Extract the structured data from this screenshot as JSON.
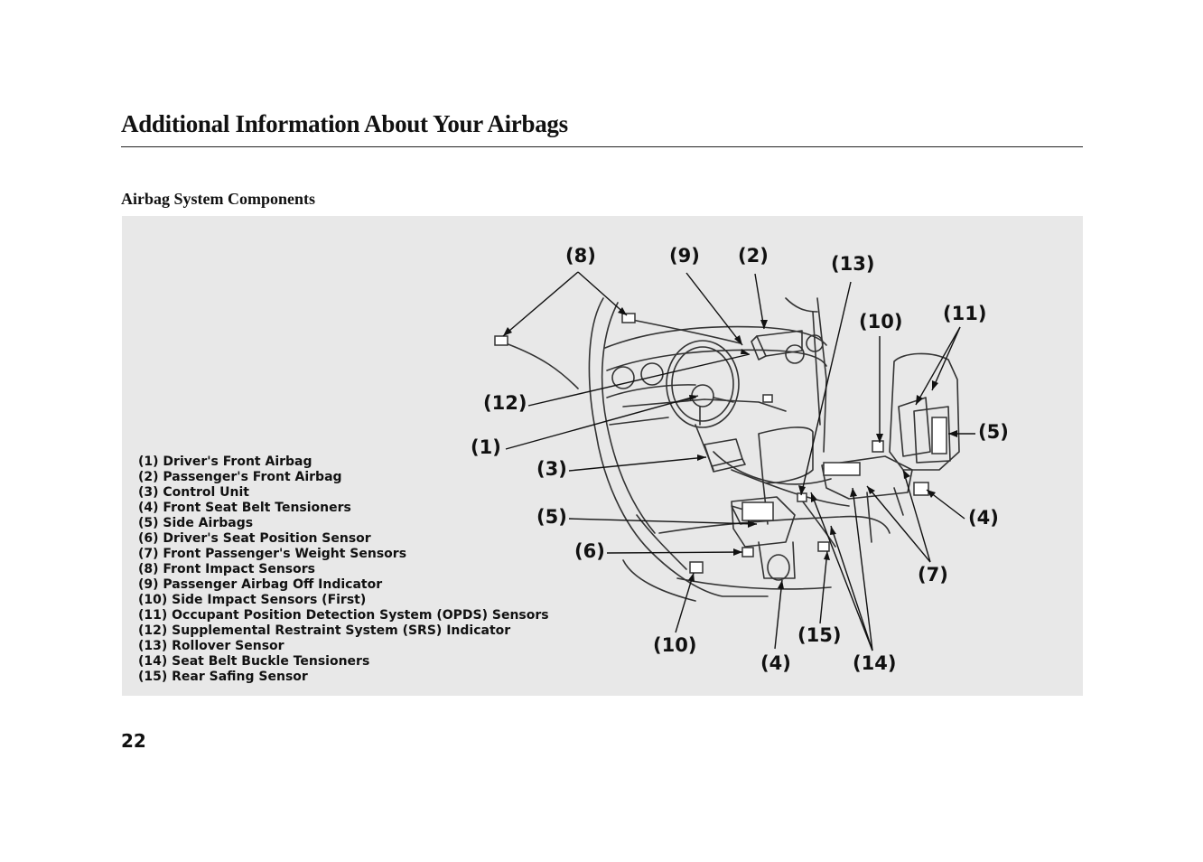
{
  "header": {
    "title": "Additional Information About Your Airbags"
  },
  "section": {
    "title": "Airbag System Components"
  },
  "legend": [
    "(1) Driver's Front Airbag",
    "(2) Passenger's Front Airbag",
    "(3) Control Unit",
    "(4) Front Seat Belt Tensioners",
    "(5) Side Airbags",
    "(6) Driver's Seat Position Sensor",
    "(7) Front Passenger's Weight Sensors",
    "(8) Front Impact Sensors",
    "(9) Passenger Airbag Off Indicator",
    "(10) Side Impact Sensors (First)",
    "(11) Occupant Position Detection System (OPDS) Sensors",
    "(12) Supplemental Restraint System (SRS) Indicator",
    "(13) Rollover Sensor",
    "(14) Seat Belt Buckle Tensioners",
    "(15) Rear Safing Sensor"
  ],
  "callouts": {
    "c8": "(8)",
    "c9": "(9)",
    "c2": "(2)",
    "c13": "(13)",
    "c10_top": "(10)",
    "c11": "(11)",
    "c12": "(12)",
    "c1": "(1)",
    "c5_right": "(5)",
    "c3": "(3)",
    "c5_left": "(5)",
    "c4_right": "(4)",
    "c6": "(6)",
    "c7": "(7)",
    "c15": "(15)",
    "c10_bottom": "(10)",
    "c4_bottom": "(4)",
    "c14": "(14)"
  },
  "footer": {
    "page_number": "22"
  }
}
